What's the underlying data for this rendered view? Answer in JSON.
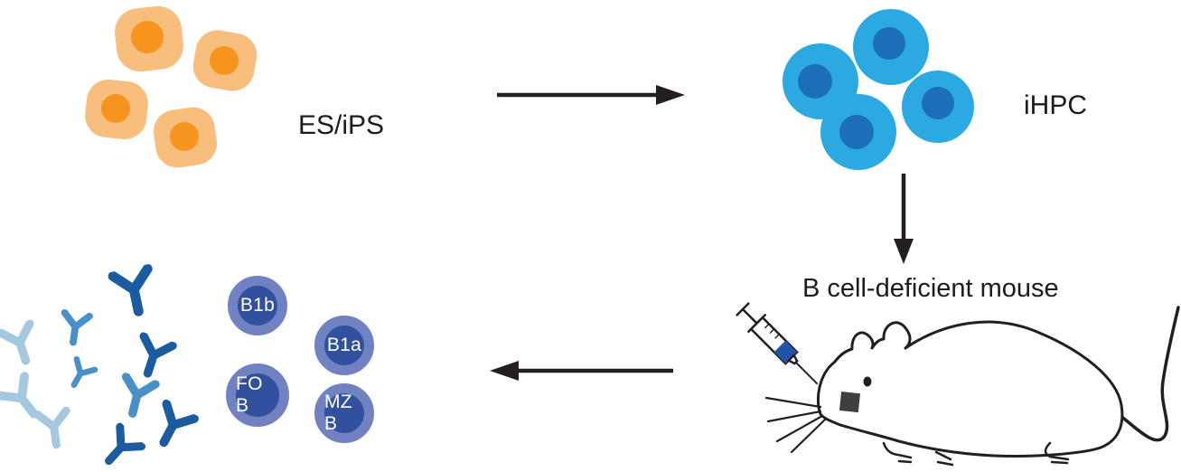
{
  "diagram": {
    "labels": {
      "es_ips": "ES/iPS",
      "ihpc": "iHPC",
      "mouse_caption": "B cell-deficient mouse"
    },
    "b_cell_types": [
      {
        "label": "B1b"
      },
      {
        "label": "B1a"
      },
      {
        "label": "FO B"
      },
      {
        "label": "MZ B"
      }
    ],
    "icons": {
      "es_ips_cluster": "four-orange-stem-cells",
      "ihpc_cluster": "four-blue-progenitor-cells",
      "arrow_right": "black-arrow-right",
      "arrow_down": "black-arrow-down",
      "arrow_left": "black-arrow-left",
      "antibodies": "y-shaped-antibody-glyphs",
      "mouse": "line-art-mouse",
      "syringe": "injection-syringe",
      "patch": "injection-site-patch"
    },
    "colors": {
      "es_cell_body": "#F8BE7E",
      "es_cell_nucleus": "#F7941D",
      "ihpc_cell_body": "#2BA9E1",
      "ihpc_cell_nucleus": "#1C6FB8",
      "b_cell_ring": "#7082C2",
      "b_cell_core": "#31509E",
      "b_cell_text": "#FFFFFF",
      "antibody_dark": "#1A5C9F",
      "antibody_medium": "#4A90C8",
      "antibody_light": "#A5C8E1",
      "line_art": "#231F20",
      "syringe_blue": "#2052A8",
      "patch": "#3F3F3F"
    }
  }
}
